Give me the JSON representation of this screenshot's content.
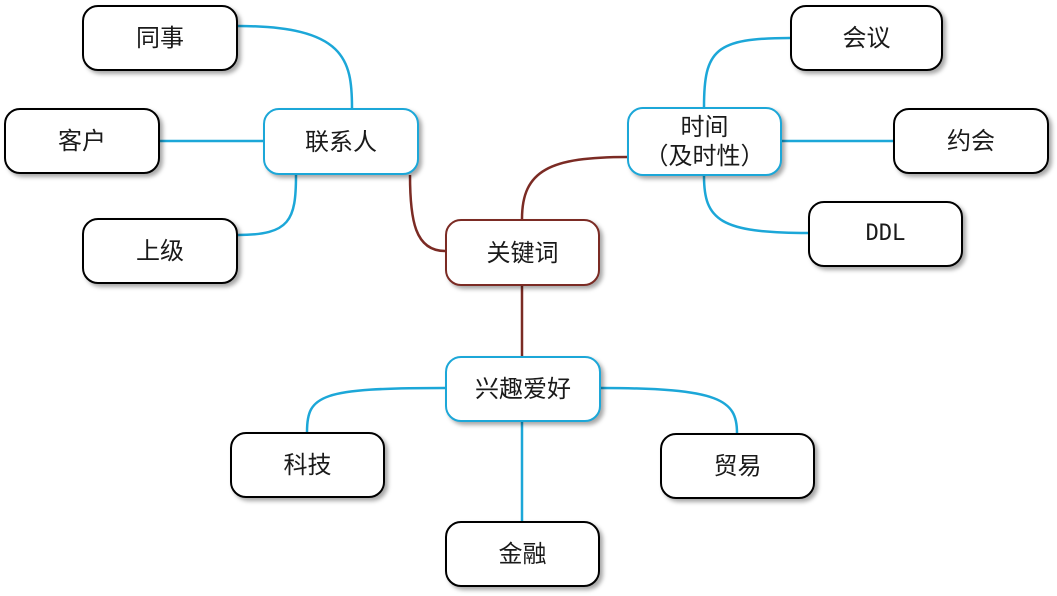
{
  "colors": {
    "center_line": "#7b2b24",
    "branch_line": "#1ca7d8",
    "leaf_border": "#000000"
  },
  "center": {
    "label": "关键词"
  },
  "branches": {
    "contacts": {
      "label": "联系人",
      "children": [
        "同事",
        "客户",
        "上级"
      ]
    },
    "time": {
      "label": "时间\n（及时性）",
      "children": [
        "会议",
        "约会",
        "DDL"
      ]
    },
    "interests": {
      "label": "兴趣爱好",
      "children": [
        "科技",
        "金融",
        "贸易"
      ]
    }
  }
}
